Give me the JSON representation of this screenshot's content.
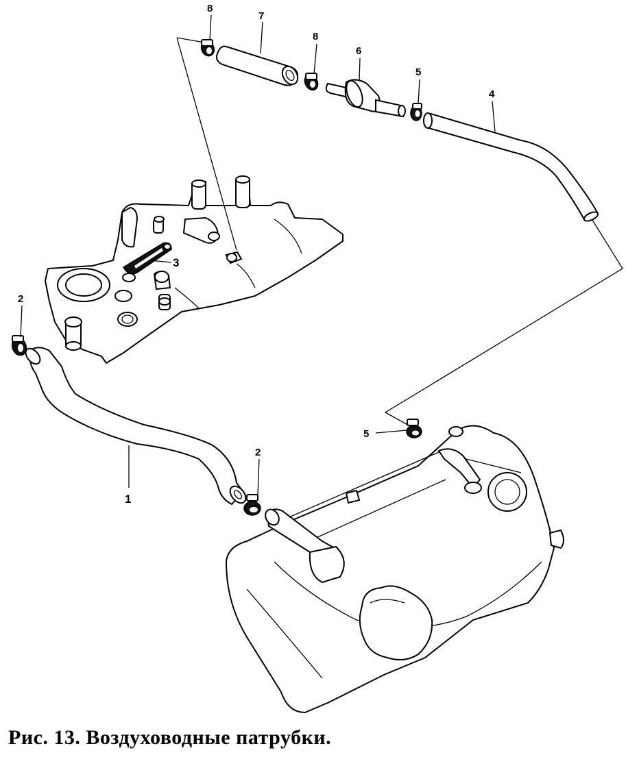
{
  "figure": {
    "caption": "Рис. 13. Воздуховодные патрубки."
  },
  "callouts": [
    {
      "id": "callout-8-left",
      "text": "8"
    },
    {
      "id": "callout-7",
      "text": "7"
    },
    {
      "id": "callout-8-right",
      "text": "8"
    },
    {
      "id": "callout-6",
      "text": "6"
    },
    {
      "id": "callout-5-top",
      "text": "5"
    },
    {
      "id": "callout-4",
      "text": "4"
    },
    {
      "id": "callout-3",
      "text": "3"
    },
    {
      "id": "callout-2-left",
      "text": "2"
    },
    {
      "id": "callout-1",
      "text": "1"
    },
    {
      "id": "callout-2-bottom",
      "text": "2"
    },
    {
      "id": "callout-5-bottom",
      "text": "5"
    }
  ],
  "colors": {
    "ink": "#000000",
    "paper": "#ffffff"
  }
}
